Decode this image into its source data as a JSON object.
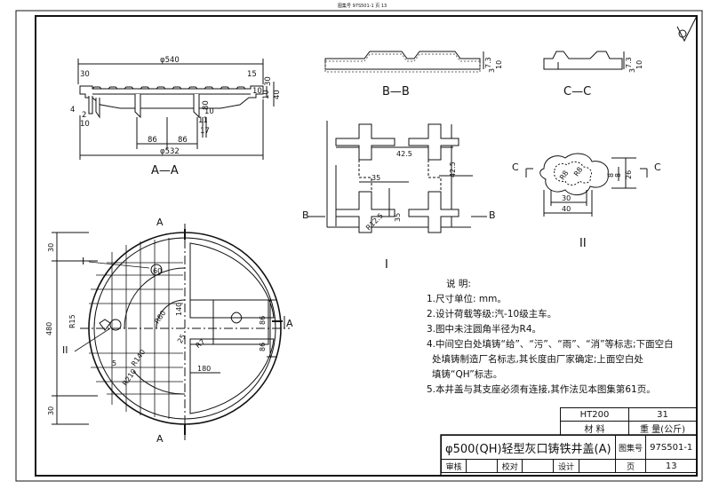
{
  "top_note": "图集号 97S501-1 页 13",
  "surface_mark": "▽",
  "section_aa": {
    "title": "A—A",
    "dims": {
      "d540": "φ540",
      "d532": "φ532",
      "w30": "30",
      "w15": "15",
      "w10a": "10",
      "h30": "30",
      "h10": "10",
      "h40": "40",
      "w4": "4",
      "w10b": "10",
      "w2": "2",
      "v80": "80",
      "w86a": "86",
      "w86b": "86",
      "w17": "17",
      "w11": "11",
      "w10c": "10"
    }
  },
  "section_bb": {
    "title": "B—B",
    "dims": {
      "a": "7.3",
      "b": "3",
      "c": "10"
    }
  },
  "section_cc": {
    "title": "C—C",
    "dims": {
      "a": "7.3",
      "b": "3",
      "c": "10"
    }
  },
  "detail_1": {
    "title": "I",
    "dims": {
      "d425a": "42.5",
      "d425b": "42.5",
      "d35a": "35",
      "d35b": "35",
      "r125": "R12.5"
    },
    "labels": {
      "b_left": "B",
      "b_right": "B"
    }
  },
  "detail_2": {
    "title": "II",
    "dims": {
      "r8": "R8",
      "r8b": "R8",
      "w30": "30",
      "w40": "40",
      "h8a": "8",
      "h8b": "8",
      "h26": "26"
    },
    "labels": {
      "c_left": "C",
      "c_right": "C"
    }
  },
  "plan": {
    "labels": {
      "a_top": "A",
      "a_bottom": "A",
      "a_right": "A",
      "call1": "I",
      "call2": "II"
    },
    "dims": {
      "h30a": "30",
      "h480": "480",
      "h30b": "30",
      "r15": "R15",
      "w60": "60",
      "w140": "140",
      "r60": "R60",
      "r140": "R140",
      "r210": "R210",
      "w180": "180",
      "v86a": "86",
      "v86b": "86",
      "r7": "R7",
      "w25": "25",
      "w5": "5"
    }
  },
  "notes": {
    "title": "说 明:",
    "items": [
      "1.尺寸单位: mm。",
      "2.设计荷载等级:汽-10级主车。",
      "3.图中未注圆角半径为R4。",
      "4.中间空白处填铸“给”、“污”、“雨”、“消”等标志;下面空白",
      "处填铸制造厂名标志,其长度由厂家确定;上面空白处",
      "填铸“QH”标志。",
      "5.本井盖与其支座必须有连接,其作法见本图集第61页。"
    ]
  },
  "title_block": {
    "material_value": "HT200",
    "weight_value": "31",
    "material_label": "材  料",
    "weight_label": "重   量(公斤)",
    "drawing_title": "φ500(QH)轻型灰口铸铁井盖(A)",
    "atlas_no_label": "图集号",
    "atlas_no": "97S501-1",
    "review_label": "审核",
    "check_label": "校对",
    "design_label": "设计",
    "page_label": "页",
    "page_no": "13"
  }
}
